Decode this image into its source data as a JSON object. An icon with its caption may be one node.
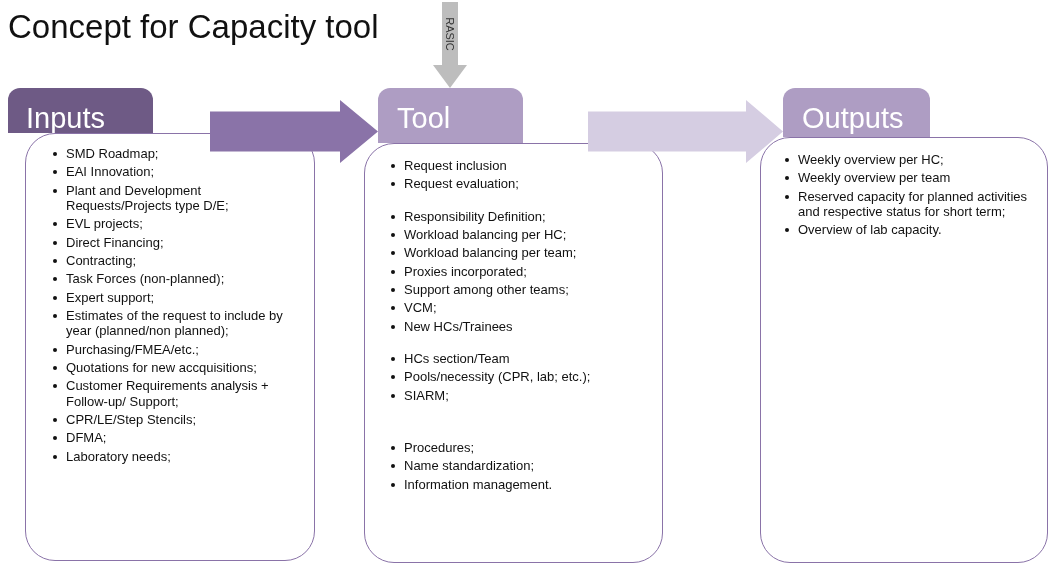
{
  "diagram": {
    "title": "Concept for Capacity tool",
    "nodes": [
      {
        "text": [
          "Inputs"
        ]
      },
      {
        "text": [
          "SMD Roadmap;",
          "EAI Innovation;",
          "Plant and Development Requests/Projects type D/E;",
          "EVL projects;",
          "Direct Financing;",
          "Contracting;",
          "Task Forces (non-planned);",
          "Expert support;",
          "Estimates of the request to include by year (planned/non planned);",
          "Purchasing/FMEA/etc.;",
          "Quotations for new accquisitions;",
          "Customer Requirements analysis + Follow-up/ Support;",
          "CPR/LE/Step Stencils;",
          "DFMA;",
          "Laboratory needs;"
        ]
      },
      {
        "text": [
          "Tool"
        ]
      },
      {
        "text": [
          "Request inclusion",
          "Request evaluation;",
          "Responsibility Definition;",
          "Workload balancing per HC;",
          "Workload balancing per team;",
          "Proxies incorporated;",
          "Support among other teams;",
          "VCM;",
          "New HCs/Trainees",
          "HCs section/Team",
          "Pools/necessity (CPR, lab; etc.);",
          "SIARM;",
          "Procedures;",
          "Name standardization;",
          "Information management."
        ]
      },
      {
        "text": [
          "Outputs"
        ]
      },
      {
        "text": [
          "Weekly overview per HC;",
          "Weekly overview per team",
          "Reserved capacity for planned activities and respective status for short term;",
          "Overview of lab capacity."
        ]
      }
    ],
    "edges": [
      {
        "from": 1,
        "to": 2,
        "arrow": "to",
        "color": "#8a73a8"
      },
      {
        "from": 3,
        "to": 4,
        "arrow": "to",
        "color": "#d5cde2"
      },
      {
        "from": null,
        "to": 2,
        "arrow": "to",
        "label": "RASIC",
        "color": "#bdbdbd"
      }
    ]
  }
}
